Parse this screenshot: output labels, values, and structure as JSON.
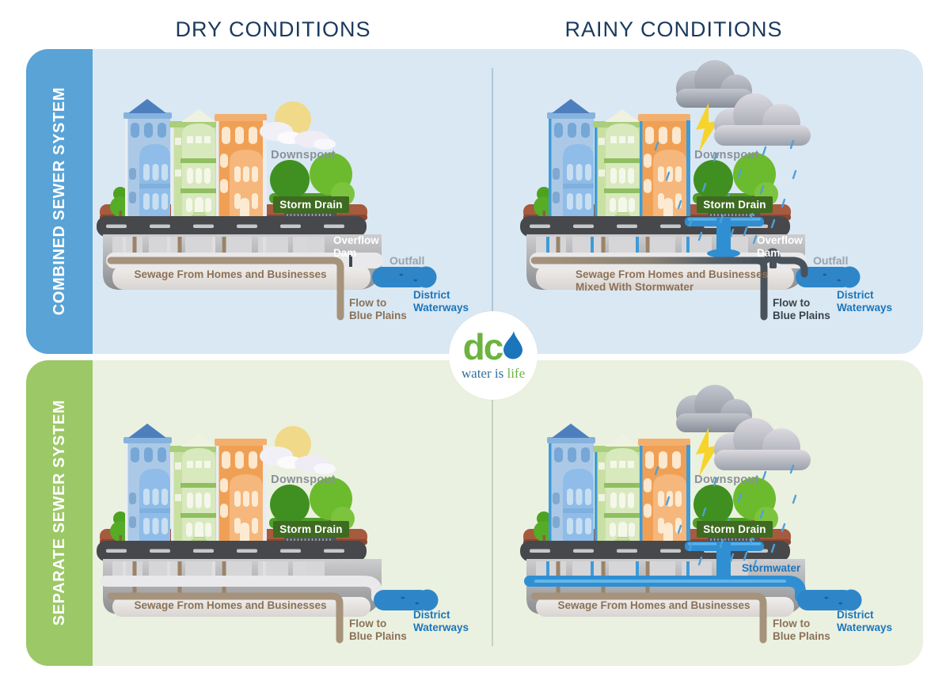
{
  "headers": {
    "dry": "DRY CONDITIONS",
    "rainy": "RAINY CONDITIONS"
  },
  "sidebar": {
    "combined": "COMBINED SEWER SYSTEM",
    "separate": "SEPARATE SEWER SYSTEM"
  },
  "logo": {
    "abbr": "dc",
    "tagline_1": "water is ",
    "tagline_2": "life"
  },
  "quadrants": {
    "combined_dry": {
      "downspout": "Downspout",
      "storm_drain": "Storm Drain",
      "overflow_dam": "Overflow\nDam",
      "outfall": "Outfall",
      "sewage": "Sewage From Homes and Businesses",
      "flow": "Flow to\nBlue Plains",
      "waterways": "District\nWaterways"
    },
    "combined_rainy": {
      "downspout": "Downspout",
      "storm_drain": "Storm Drain",
      "overflow_dam": "Overflow\nDam",
      "outfall": "Outfall",
      "sewage": "Sewage From Homes and Businesses\nMixed With Stormwater",
      "flow": "Flow to\nBlue Plains",
      "waterways": "District\nWaterways"
    },
    "separate_dry": {
      "downspout": "Downspout",
      "storm_drain": "Storm Drain",
      "sewage": "Sewage From Homes and Businesses",
      "flow": "Flow to\nBlue Plains",
      "waterways": "District\nWaterways"
    },
    "separate_rainy": {
      "downspout": "Downspout",
      "storm_drain": "Storm Drain",
      "stormwater": "Stormwater",
      "sewage": "Sewage From Homes and Businesses",
      "flow": "Flow to\nBlue Plains",
      "waterways": "District\nWaterways"
    }
  },
  "colors": {
    "combined_tab": "#59A3D6",
    "separate_tab": "#9CC867",
    "combined_panel": "#DAE8F3",
    "separate_panel": "#EBF1E0",
    "header_text": "#1A3A5F",
    "waterways_text": "#1C76BC",
    "sewage_text": "#8C7157",
    "storm_drain_badge": "#3E6B21",
    "water": "#2E86C8",
    "stormwater_flow": "#2F8FD2"
  }
}
